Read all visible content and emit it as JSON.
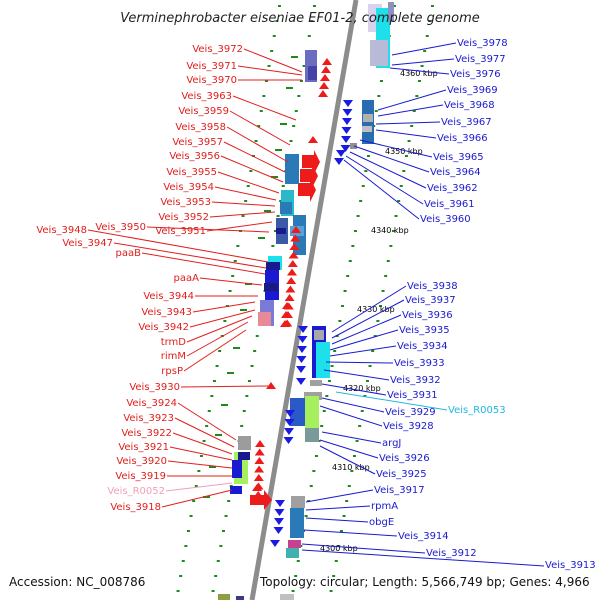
{
  "title": "Verminephrobacter eiseniae EF01-2, complete genome",
  "footer": {
    "accession": "Accession: NC_008786",
    "topology": "Topology: circular; Length: 5,566,749 bp; Genes: 4,966"
  },
  "colors": {
    "left_label": "#e0201e",
    "right_label": "#1a1ad0",
    "pseudo_label": "#f2a0b8",
    "rna_label": "#20b8e0",
    "backbone": "#8c8c8c",
    "grid_dots": "#1e8a1e"
  },
  "ticks": [
    "4360 kbp",
    "4350 kbp",
    "4340 kbp",
    "4330 kbp",
    "4320 kbp",
    "4310 kbp",
    "4300 kbp"
  ],
  "left_labels": [
    {
      "text": "Veis_3972",
      "kind": "red"
    },
    {
      "text": "Veis_3971",
      "kind": "red"
    },
    {
      "text": "Veis_3970",
      "kind": "red"
    },
    {
      "text": "Veis_3963",
      "kind": "red"
    },
    {
      "text": "Veis_3959",
      "kind": "red"
    },
    {
      "text": "Veis_3958",
      "kind": "red"
    },
    {
      "text": "Veis_3957",
      "kind": "red"
    },
    {
      "text": "Veis_3956",
      "kind": "red"
    },
    {
      "text": "Veis_3955",
      "kind": "red"
    },
    {
      "text": "Veis_3954",
      "kind": "red"
    },
    {
      "text": "Veis_3953",
      "kind": "red"
    },
    {
      "text": "Veis_3952",
      "kind": "red"
    },
    {
      "text": "Veis_3951",
      "kind": "red"
    },
    {
      "text": "Veis_3950",
      "kind": "red"
    },
    {
      "text": "Veis_3948",
      "kind": "red"
    },
    {
      "text": "Veis_3947",
      "kind": "red"
    },
    {
      "text": "paaB",
      "kind": "red"
    },
    {
      "text": "paaA",
      "kind": "red"
    },
    {
      "text": "Veis_3944",
      "kind": "red"
    },
    {
      "text": "Veis_3943",
      "kind": "red"
    },
    {
      "text": "Veis_3942",
      "kind": "red"
    },
    {
      "text": "trmD",
      "kind": "red"
    },
    {
      "text": "rimM",
      "kind": "red"
    },
    {
      "text": "rpsP",
      "kind": "red"
    },
    {
      "text": "Veis_3930",
      "kind": "red"
    },
    {
      "text": "Veis_3924",
      "kind": "red"
    },
    {
      "text": "Veis_3923",
      "kind": "red"
    },
    {
      "text": "Veis_3922",
      "kind": "red"
    },
    {
      "text": "Veis_3921",
      "kind": "red"
    },
    {
      "text": "Veis_3920",
      "kind": "red"
    },
    {
      "text": "Veis_3919",
      "kind": "red"
    },
    {
      "text": "Veis_R0052",
      "kind": "pink"
    },
    {
      "text": "Veis_3918",
      "kind": "red"
    }
  ],
  "right_labels": [
    {
      "text": "Veis_3978",
      "kind": "blue"
    },
    {
      "text": "Veis_3977",
      "kind": "blue"
    },
    {
      "text": "Veis_3976",
      "kind": "blue"
    },
    {
      "text": "Veis_3969",
      "kind": "blue"
    },
    {
      "text": "Veis_3968",
      "kind": "blue"
    },
    {
      "text": "Veis_3967",
      "kind": "blue"
    },
    {
      "text": "Veis_3966",
      "kind": "blue"
    },
    {
      "text": "Veis_3965",
      "kind": "blue"
    },
    {
      "text": "Veis_3964",
      "kind": "blue"
    },
    {
      "text": "Veis_3962",
      "kind": "blue"
    },
    {
      "text": "Veis_3961",
      "kind": "blue"
    },
    {
      "text": "Veis_3960",
      "kind": "blue"
    },
    {
      "text": "Veis_3938",
      "kind": "blue"
    },
    {
      "text": "Veis_3937",
      "kind": "blue"
    },
    {
      "text": "Veis_3936",
      "kind": "blue"
    },
    {
      "text": "Veis_3935",
      "kind": "blue"
    },
    {
      "text": "Veis_3934",
      "kind": "blue"
    },
    {
      "text": "Veis_3933",
      "kind": "blue"
    },
    {
      "text": "Veis_3932",
      "kind": "blue"
    },
    {
      "text": "Veis_3931",
      "kind": "blue"
    },
    {
      "text": "Veis_R0053",
      "kind": "cyan"
    },
    {
      "text": "Veis_3929",
      "kind": "blue"
    },
    {
      "text": "Veis_3928",
      "kind": "blue"
    },
    {
      "text": "argJ",
      "kind": "blue"
    },
    {
      "text": "Veis_3926",
      "kind": "blue"
    },
    {
      "text": "Veis_3925",
      "kind": "blue"
    },
    {
      "text": "Veis_3917",
      "kind": "blue"
    },
    {
      "text": "rpmA",
      "kind": "blue"
    },
    {
      "text": "obgE",
      "kind": "blue"
    },
    {
      "text": "Veis_3914",
      "kind": "blue"
    },
    {
      "text": "Veis_3912",
      "kind": "blue"
    },
    {
      "text": "Veis_3913",
      "kind": "blue"
    }
  ]
}
